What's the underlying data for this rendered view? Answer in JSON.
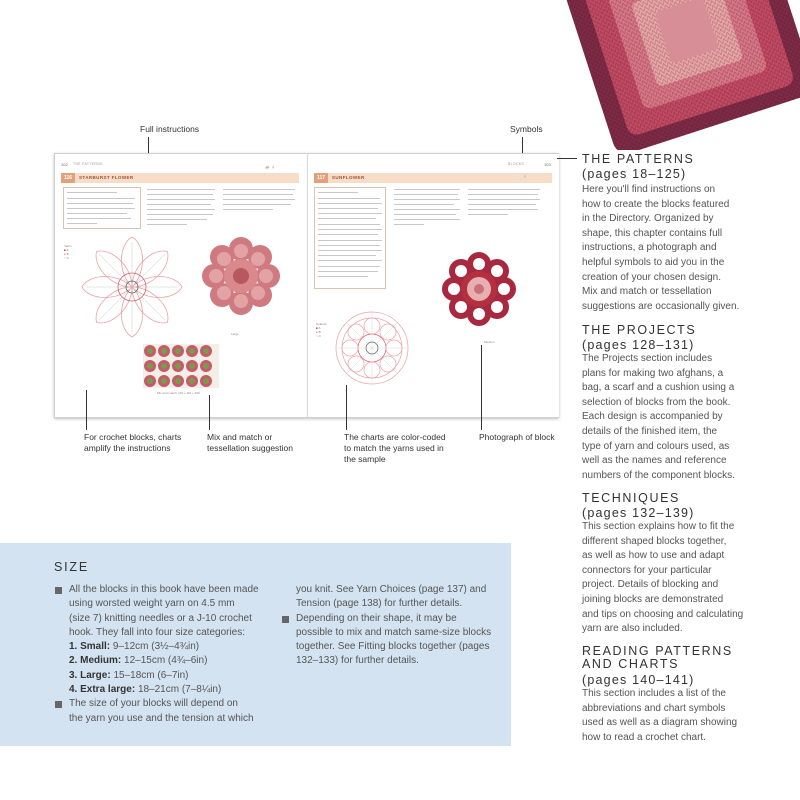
{
  "annotations": {
    "full_instructions": "Full instructions",
    "symbols": "Symbols",
    "crochet_charts": [
      "For crochet blocks, charts",
      "amplify the instructions"
    ],
    "mix_match": [
      "Mix and match or",
      "tessellation suggestion"
    ],
    "color_coded": [
      "The charts are color-coded",
      "to match the yarns used in",
      "the sample"
    ],
    "photograph": "Photograph of block"
  },
  "spread": {
    "left": {
      "page_number": "102",
      "running_head": "THE PATTERNS",
      "block_number": "116",
      "block_name": "STARBURST FLOWER",
      "key_label": "Yarns",
      "key_items": [
        "A",
        "B",
        "C"
      ],
      "photo_caption": "Large",
      "tessellation_caption": "Mix and match: 116 + 116 + 150"
    },
    "right": {
      "page_number": "103",
      "running_head": "BLOCKS",
      "block_number": "117",
      "block_name": "SUNFLOWER",
      "key_label": "Colours",
      "key_items": [
        "A",
        "B",
        "C"
      ],
      "photo_caption": "Medium"
    }
  },
  "sections": [
    {
      "title": "THE PATTERNS",
      "pages": "(pages 18–125)",
      "body": [
        "Here you'll find instructions on",
        "how to create the blocks featured",
        "in the Directory. Organized by",
        "shape, this chapter contains full",
        "instructions, a photograph and",
        "helpful symbols to aid you in the",
        "creation of your chosen design.",
        "Mix and match or tessellation",
        "suggestions are occasionally given."
      ]
    },
    {
      "title": "THE PROJECTS",
      "pages": "(pages 128–131)",
      "body": [
        "The Projects section includes",
        "plans for making two afghans, a",
        "bag, a scarf and a cushion using a",
        "selection of blocks from the book.",
        "Each design is accompanied by",
        "details of the finished item, the",
        "type of yarn and colours used, as",
        "well as the names and reference",
        "numbers of the component blocks."
      ]
    },
    {
      "title": "TECHNIQUES",
      "pages": "(pages 132–139)",
      "body": [
        "This section explains how to fit the",
        "different shaped blocks together,",
        "as well as how to use and adapt",
        "connectors for your particular",
        "project. Details of blocking and",
        "joining blocks are demonstrated",
        "and tips on choosing and calculating",
        "yarn are also included."
      ]
    },
    {
      "title_lines": [
        "READING PATTERNS",
        "AND CHARTS"
      ],
      "pages": "(pages 140–141)",
      "body": [
        "This section includes a list of the",
        "abbreviations and chart symbols",
        "used as well as a diagram showing",
        "how to read a crochet chart."
      ]
    }
  ],
  "size_box": {
    "heading": "SIZE",
    "col1_intro": [
      "All the blocks in this book have been made",
      "using worsted weight yarn on 4.5 mm",
      "(size 7) knitting needles or a J-10 crochet",
      "hook. They fall into four size categories:"
    ],
    "categories": [
      {
        "label": "1. Small:",
        "value": "9–12cm (3½–4¾in)"
      },
      {
        "label": "2. Medium:",
        "value": "12–15cm (4¾–6in)"
      },
      {
        "label": "3. Large:",
        "value": "15–18cm (6–7in)"
      },
      {
        "label": "4. Extra large:",
        "value": "18–21cm (7–8¼in)"
      }
    ],
    "col1_tail": [
      "The size of your blocks will depend on",
      "the yarn you use and the tension at which"
    ],
    "col2_lead": [
      "you knit. See Yarn Choices (page 137) and",
      "Tension (page 138) for further details."
    ],
    "col2_bullet": [
      "Depending on their shape, it may be",
      "possible to mix and match same-size blocks",
      "together. See Fitting blocks together (pages",
      "132–133) for further details."
    ]
  }
}
